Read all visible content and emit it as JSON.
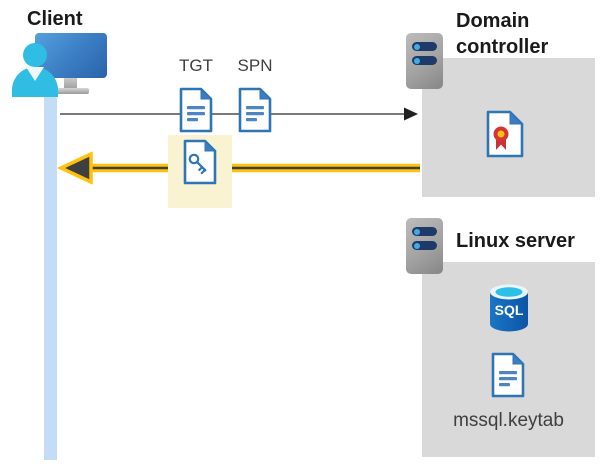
{
  "labels": {
    "client": "Client",
    "tgt": "TGT",
    "spn": "SPN",
    "domain_controller": "Domain controller",
    "linux_server": "Linux server",
    "keytab_file": "mssql.keytab",
    "sql_badge": "SQL"
  },
  "icons": {
    "client_workstation": "monitor-with-user",
    "lifeline": "vertical-blue-bar",
    "server_tower": "gray-server-with-two-slots",
    "tgt_document": "document-with-text-lines",
    "spn_document": "document-with-text-lines",
    "key_document": "document-with-key",
    "certificate_document": "document-with-ribbon-seal",
    "sql_database": "blue-cylinder-sql",
    "keytab_document": "document-with-text-lines",
    "request_arrow": "thin-gray-arrow-right",
    "response_arrow": "yellow-outlined-arrow-left"
  },
  "colors": {
    "box_gray": "#d9d9d9",
    "lifeline_blue": "#c4dcf6",
    "doc_border_blue": "#2e75b6",
    "doc_fold_blue": "#3c7cc0",
    "doc_line_blue": "#4d84c4",
    "highlight_cream": "#faf3d2",
    "arrow_yellow": "#ffc20e",
    "arrow_dark": "#3f3f3f",
    "request_gray": "#4d4d4d",
    "person_cyan": "#2fbde4",
    "seal_red": "#d43535",
    "seal_yellow": "#ffc20e",
    "sql_blue_light": "#1b75c5",
    "sql_blue_dark": "#0c55a6",
    "sql_top_cyan": "#2bc0e8"
  }
}
